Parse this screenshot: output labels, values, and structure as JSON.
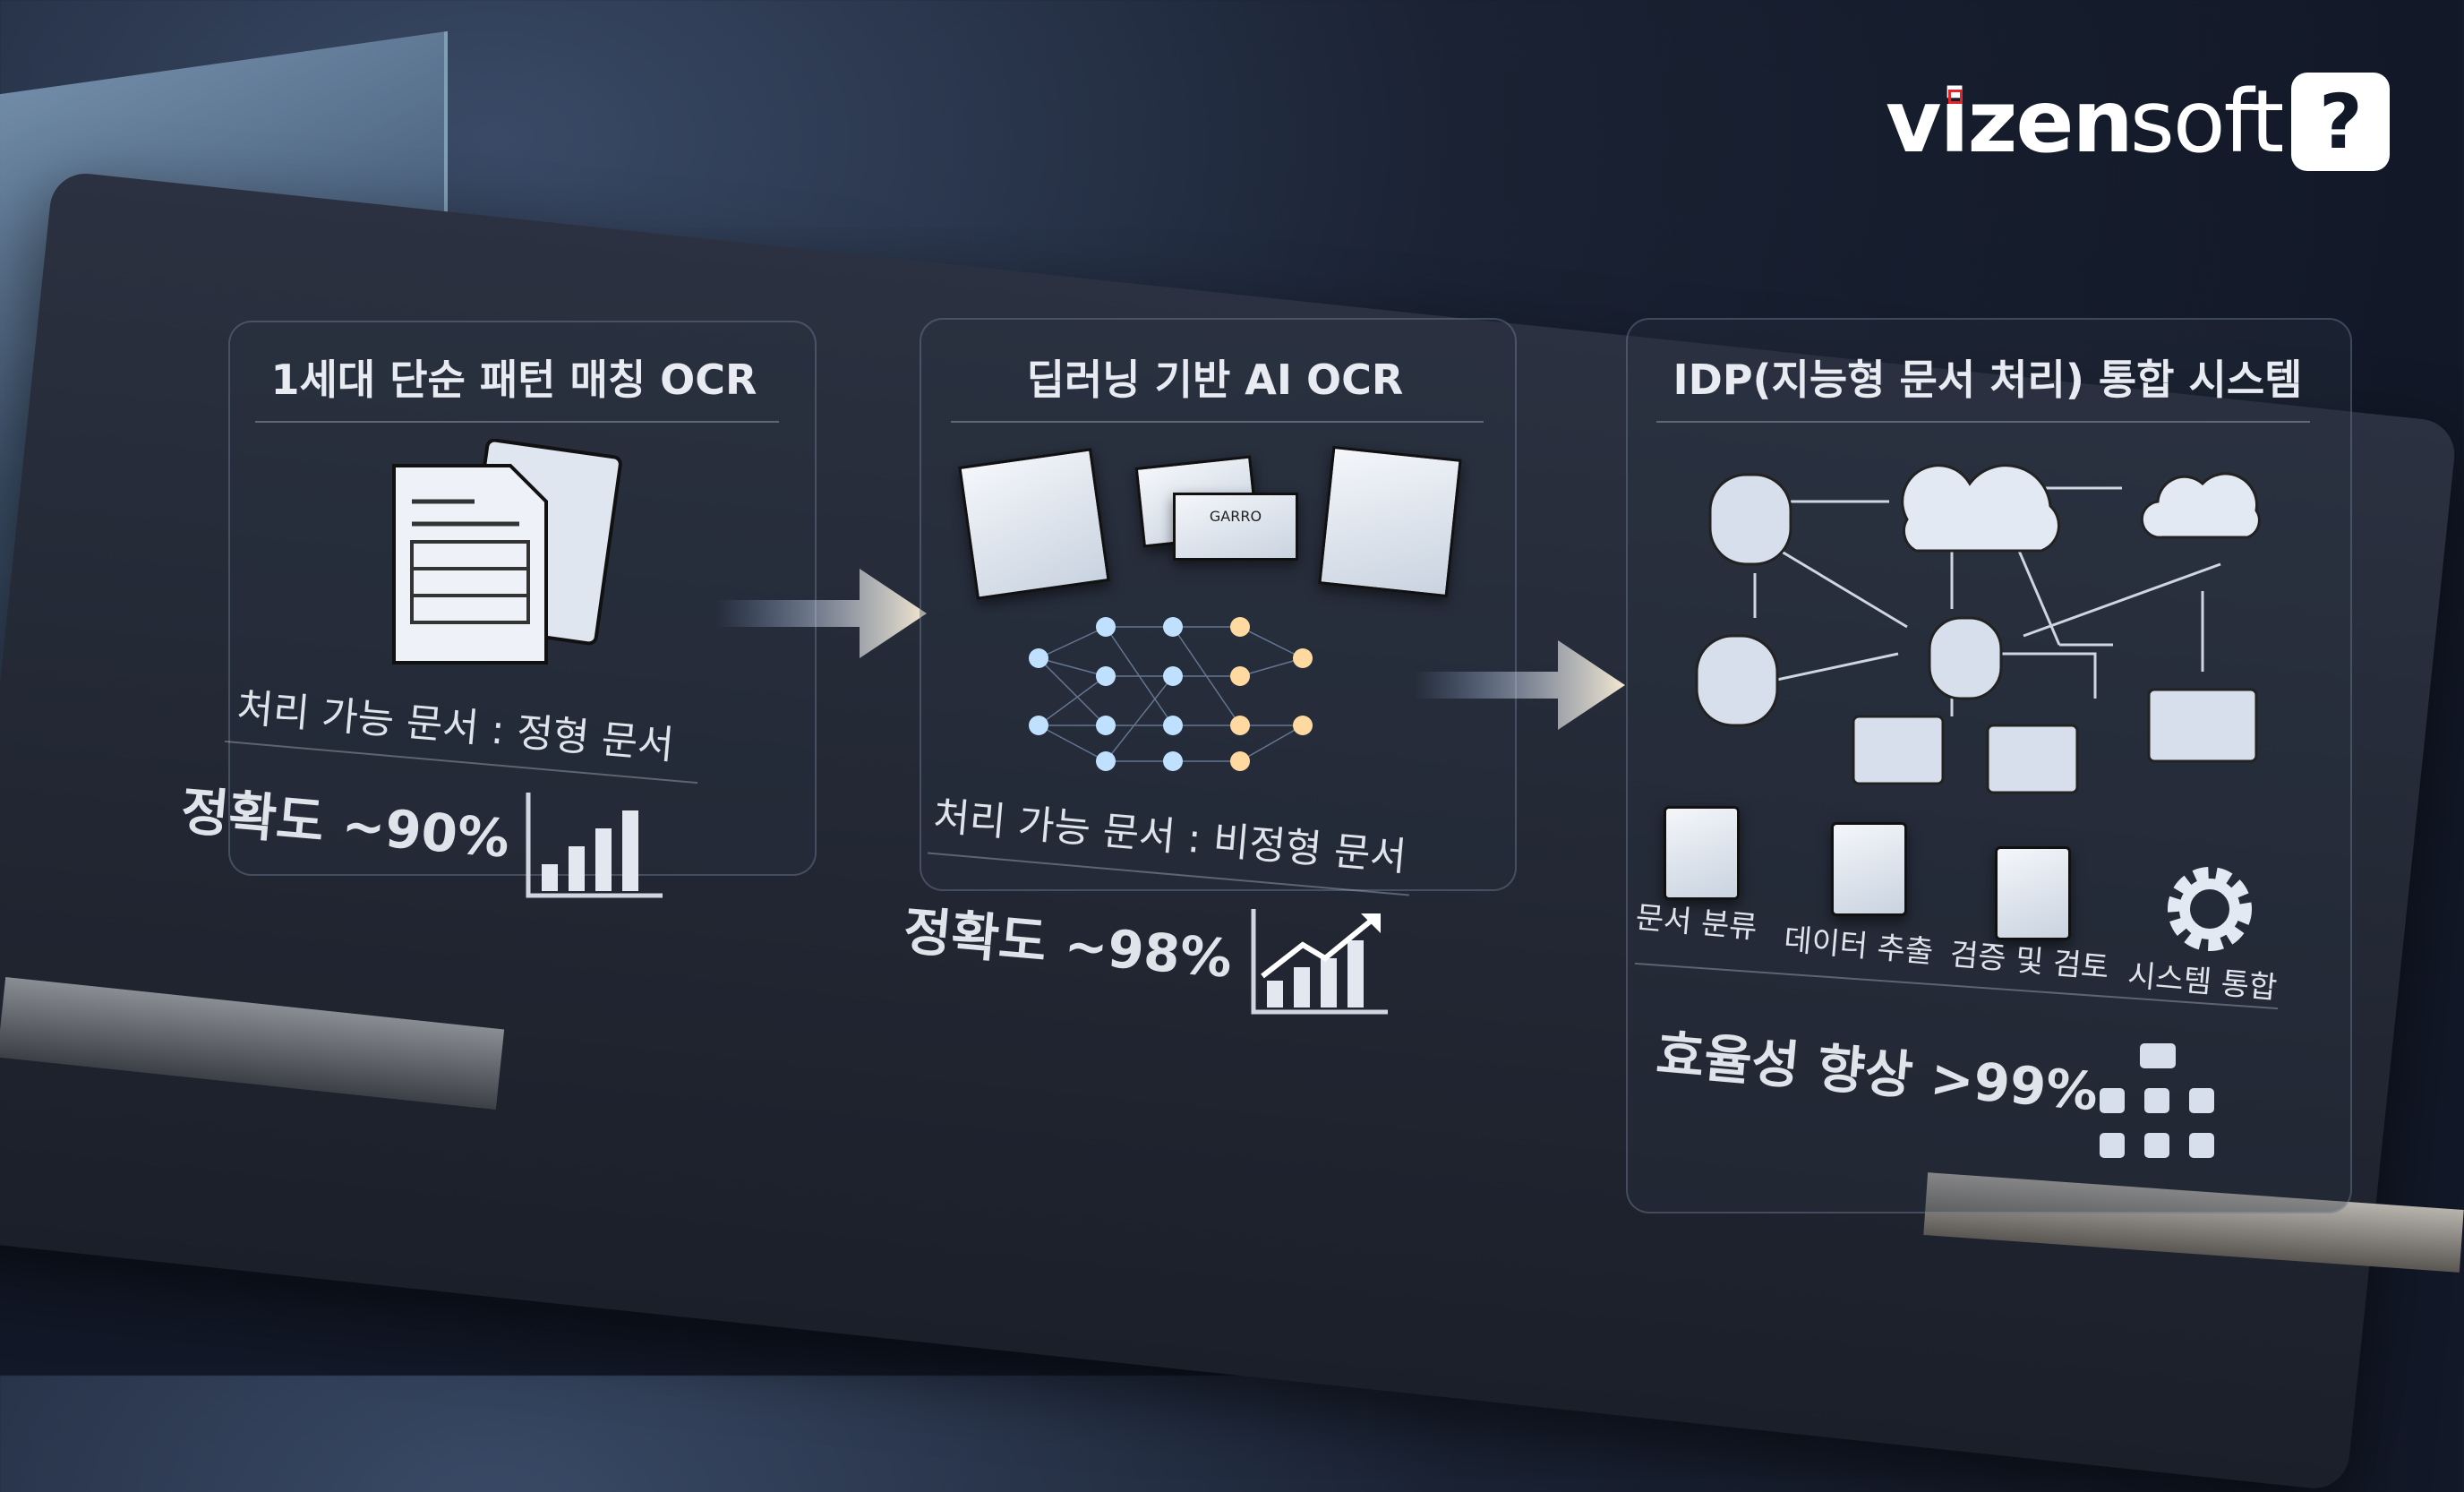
{
  "brand": {
    "name_bold": "vizen",
    "name_light": "soft",
    "badge": "?"
  },
  "panels": [
    {
      "title": "1세대 단순 패턴 매칭 OCR",
      "doc_type": "처리 가능 문서 : 정형 문서",
      "accuracy": "정확도 ~90%"
    },
    {
      "title": "딥러닝 기반 AI OCR",
      "doc_type": "처리 가능 문서 : 비정형 문서",
      "accuracy": "정확도 ~98%",
      "sample_card_text": "GARRO"
    },
    {
      "title": "IDP(지능형 문서 처리) 통합 시스템",
      "steps": [
        "문서 분류",
        "데이터 추출",
        "검증 및 검토",
        "시스템 통합"
      ],
      "efficiency": "효율성 향상 >99%"
    }
  ]
}
